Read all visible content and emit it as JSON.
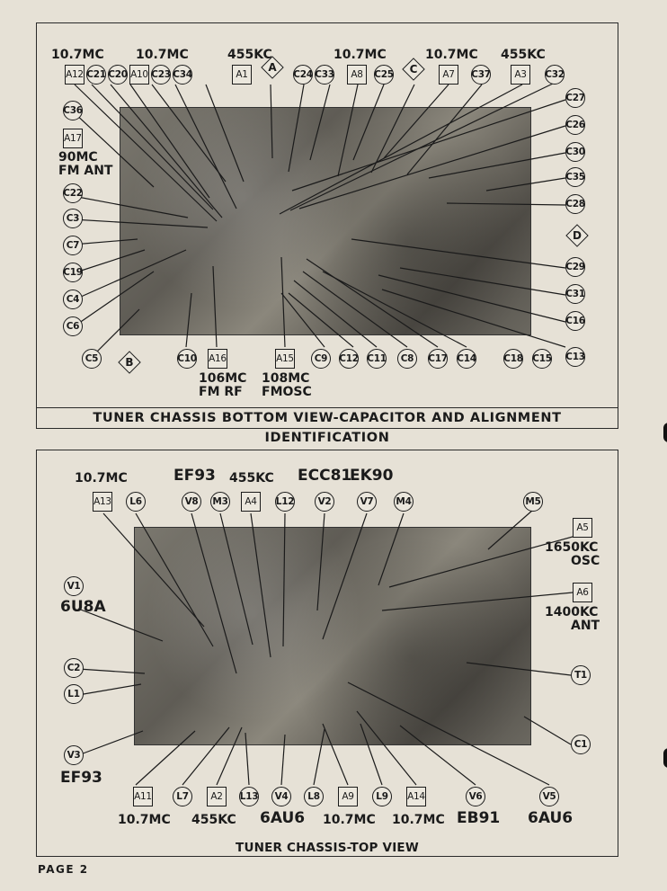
{
  "top_panel": {
    "caption": "TUNER CHASSIS BOTTOM VIEW-CAPACITOR AND ALIGNMENT IDENTIFICATION",
    "freq_labels": [
      "10.7MC",
      "10.7MC",
      "455KC",
      "10.7MC",
      "10.7MC",
      "455KC"
    ],
    "row1": [
      "A12",
      "C21",
      "C20",
      "A10",
      "C23",
      "C34",
      "A1",
      "A",
      "C24",
      "C33",
      "A8",
      "C25",
      "C",
      "A7",
      "C37",
      "A3",
      "C32"
    ],
    "left": [
      "C36",
      "A17",
      "C22",
      "C3",
      "C7",
      "C19",
      "C4",
      "C6"
    ],
    "a17_text": [
      "90MC",
      "FM ANT"
    ],
    "right": [
      "C27",
      "C26",
      "C30",
      "C35",
      "C28",
      "D",
      "C29",
      "C31",
      "C16",
      "C13"
    ],
    "bottom": [
      "C5",
      "B",
      "C10",
      "A16",
      "A15",
      "C9",
      "C12",
      "C11",
      "C8",
      "C17",
      "C14",
      "C18",
      "C15"
    ],
    "a16_text": [
      "106MC",
      "FM RF"
    ],
    "a15_text": [
      "108MC",
      "FMOSC"
    ]
  },
  "bottom_panel": {
    "caption": "TUNER CHASSIS-TOP VIEW",
    "top_texts": {
      "a13_freq": "10.7MC",
      "ef93": "EF93",
      "a4_freq": "455KC",
      "v2_tube": "ECC81",
      "v7_tube": "EK90"
    },
    "row1": [
      "A13",
      "L6",
      "V8",
      "M3",
      "A4",
      "L12",
      "V2",
      "V7",
      "M4",
      "M5"
    ],
    "right": [
      "A5",
      "A6",
      "T1",
      "C1"
    ],
    "a5_text": [
      "1650KC",
      "OSC"
    ],
    "a6_text": [
      "1400KC",
      "ANT"
    ],
    "left": [
      "V1",
      "C2",
      "L1",
      "V3"
    ],
    "v1_tube": "6U8A",
    "v3_tube": "EF93",
    "bottom": [
      "A11",
      "L7",
      "A2",
      "L13",
      "V4",
      "L8",
      "A9",
      "L9",
      "A14",
      "V6",
      "V5"
    ],
    "bottom_texts": [
      "10.7MC",
      "455KC",
      "6AU6",
      "10.7MC",
      "10.7MC",
      "EB91",
      "6AU6"
    ]
  },
  "page_label": "PAGE 2"
}
